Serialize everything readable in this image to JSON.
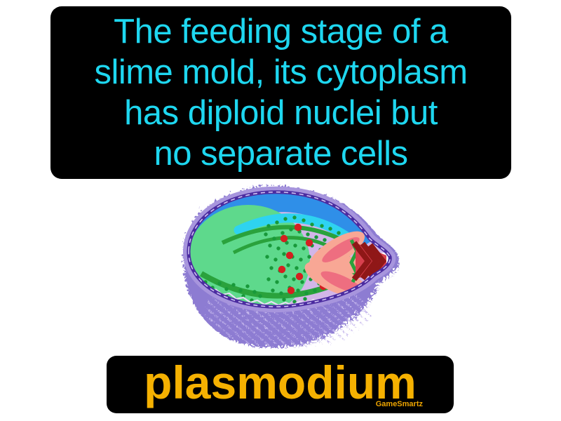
{
  "definition_card": {
    "lines": [
      "The feeding stage of a",
      "slime mold, its cytoplasm",
      "has diploid nuclei but",
      "no separate cells"
    ],
    "text_color": "#1ed7f0",
    "background": "#000000"
  },
  "term_card": {
    "term": "plasmodium",
    "text_color": "#f5b101",
    "background": "#000000",
    "watermark": "GameSmartz",
    "watermark_color": "#eda400"
  },
  "illustration": {
    "subject": "plasmodium slime mold cell diagram",
    "colors": {
      "fuzz": "#8d7cd2",
      "fuzz_speckle": "#c4b6ec",
      "membrane": "#4b2ca0",
      "membrane_halo": "#a795dd",
      "membrane_dash": "#cfc2f2",
      "cytoplasm": "#d2b6e8",
      "blue_layer": "#2f8fe8",
      "cyan_layer": "#2ed3f0",
      "green_mass": "#5ed98c",
      "green_arc": "#2aa23c",
      "green_dot": "#18993a",
      "red_dot": "#d42020",
      "petal": "#f8a795",
      "petal_inner": "#ee6e80",
      "chevron": "#8f1717",
      "chevron_back": "#d8404d",
      "zigzag": "#e8ddf6",
      "tip_gap": "#fdfcff"
    }
  }
}
